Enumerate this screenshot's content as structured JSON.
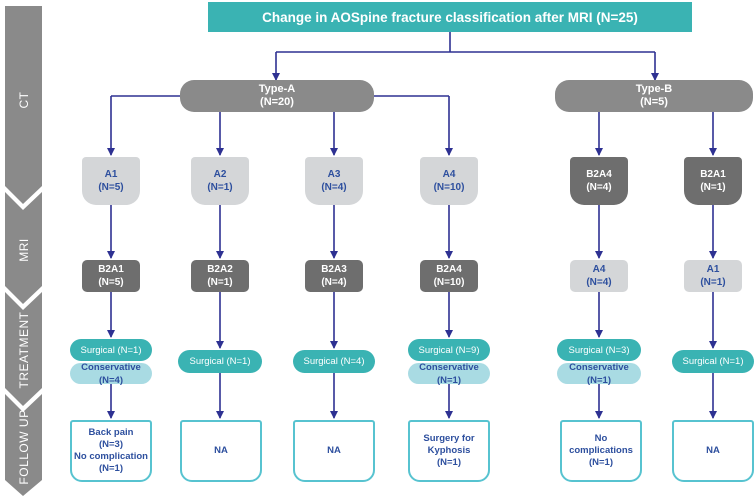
{
  "title": "Change in AOSpine fracture classification after MRI (N=25)",
  "stages": [
    "CT",
    "MRI",
    "TREATMENT",
    "FOLLOW UP"
  ],
  "type_a": [
    "Type-A",
    "(N=20)"
  ],
  "type_b": [
    "Type-B",
    "(N=5)"
  ],
  "ct_boxes": [
    [
      "A1",
      "(N=5)"
    ],
    [
      "A2",
      "(N=1)"
    ],
    [
      "A3",
      "(N=4)"
    ],
    [
      "A4",
      "(N=10)"
    ],
    [
      "B2A4",
      "(N=4)"
    ],
    [
      "B2A1",
      "(N=1)"
    ]
  ],
  "mri_boxes": [
    [
      "B2A1",
      "(N=5)"
    ],
    [
      "B2A2",
      "(N=1)"
    ],
    [
      "B2A3",
      "(N=4)"
    ],
    [
      "B2A4",
      "(N=10)"
    ],
    [
      "A4",
      "(N=4)"
    ],
    [
      "A1",
      "(N=1)"
    ]
  ],
  "treatment": [
    {
      "surgical": "Surgical (N=1)",
      "conservative": "Conservative (N=4)"
    },
    {
      "surgical": "Surgical (N=1)",
      "conservative": ""
    },
    {
      "surgical": "Surgical (N=4)",
      "conservative": ""
    },
    {
      "surgical": "Surgical (N=9)",
      "conservative": "Conservative (N=1)"
    },
    {
      "surgical": "Surgical (N=3)",
      "conservative": "Conservative (N=1)"
    },
    {
      "surgical": "Surgical (N=1)",
      "conservative": ""
    }
  ],
  "followup": [
    [
      "Back pain",
      "(N=3)",
      "No complication",
      "(N=1)"
    ],
    [
      "NA"
    ],
    [
      "NA"
    ],
    [
      "Surgery for",
      "Kyphosis",
      "(N=1)"
    ],
    [
      "No complications",
      "(N=1)"
    ],
    [
      "NA"
    ]
  ],
  "colors": {
    "teal": "#3ab3b3",
    "light_teal": "#a9dbe3",
    "gray_band": "#8a8a8a",
    "arrow": "#2e3192"
  }
}
